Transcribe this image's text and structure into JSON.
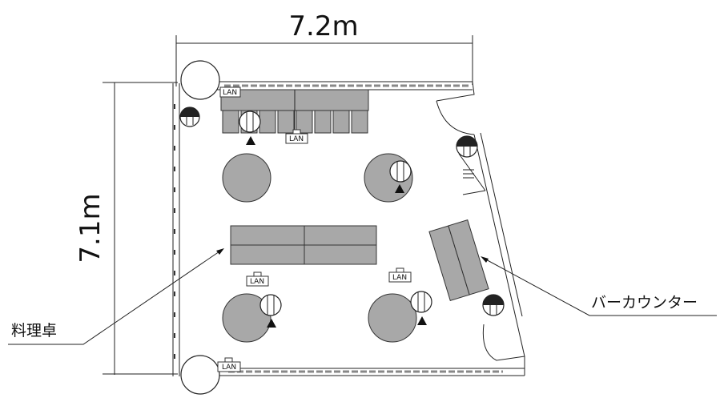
{
  "dimensions": {
    "width_label": "7.2m",
    "height_label": "7.1m"
  },
  "labels": {
    "kitchen_table": "料理卓",
    "bar_counter": "バーカウンター"
  },
  "outlets": {
    "lan_label": "LAN"
  }
}
